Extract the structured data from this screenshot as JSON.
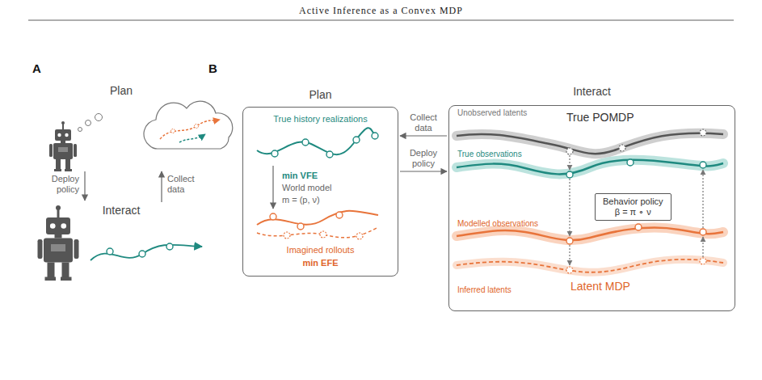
{
  "diagram": {
    "title": "Active Inference as a Convex MDP",
    "nodes": [
      {
        "text": [
          "Plan",
          "True history realizations",
          "min VFE",
          "World model",
          "m = (p, ν)",
          "Imagined rollouts",
          "min EFE"
        ]
      },
      {
        "text": [
          "Interact",
          "Unobserved latents",
          "True POMDP",
          "True observations",
          "Modelled observations",
          "Inferred latents",
          "Latent MDP"
        ]
      },
      {
        "text": [
          "Behavior policy",
          "β = π ∘ ν"
        ],
        "in": 1
      }
    ],
    "edges": [
      {
        "from": 1,
        "to": 0,
        "label": "Collect data",
        "arrow": "to"
      },
      {
        "from": 0,
        "to": 1,
        "label": "Deploy policy",
        "arrow": "to"
      }
    ],
    "labels": [
      "A",
      "B",
      "Plan",
      "Deploy policy",
      "Collect data",
      "Interact"
    ]
  }
}
